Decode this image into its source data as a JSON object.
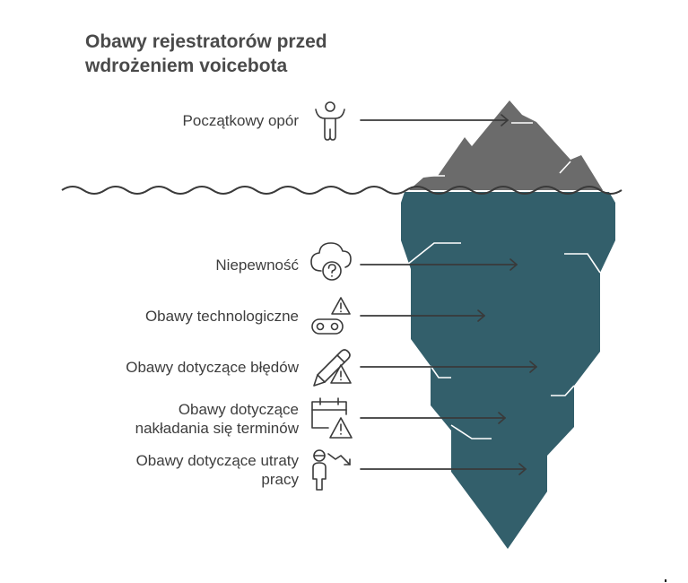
{
  "title": "Obawy rejestratorów przed wdrożeniem voicebota",
  "items": [
    {
      "label": "Początkowy opór",
      "icon": "person-arms-raised-icon"
    },
    {
      "label": "Niepewność",
      "icon": "cloud-question-icon"
    },
    {
      "label": "Obawy technologiczne",
      "icon": "gear-warning-icon"
    },
    {
      "label": "Obawy dotyczące błędów",
      "icon": "pencil-warning-icon"
    },
    {
      "label_lines": [
        "Obawy dotyczące",
        "nakładania się terminów"
      ],
      "icon": "calendar-warning-icon"
    },
    {
      "label_lines": [
        "Obawy dotyczące utraty",
        "pracy"
      ],
      "icon": "person-trending-down-icon"
    }
  ],
  "colors": {
    "above_water": "#6b6b6b",
    "below_water": "#335f6b",
    "water_line": "#3a3a3a",
    "arrow": "#3a3a3a",
    "text": "#3e3e3e"
  }
}
